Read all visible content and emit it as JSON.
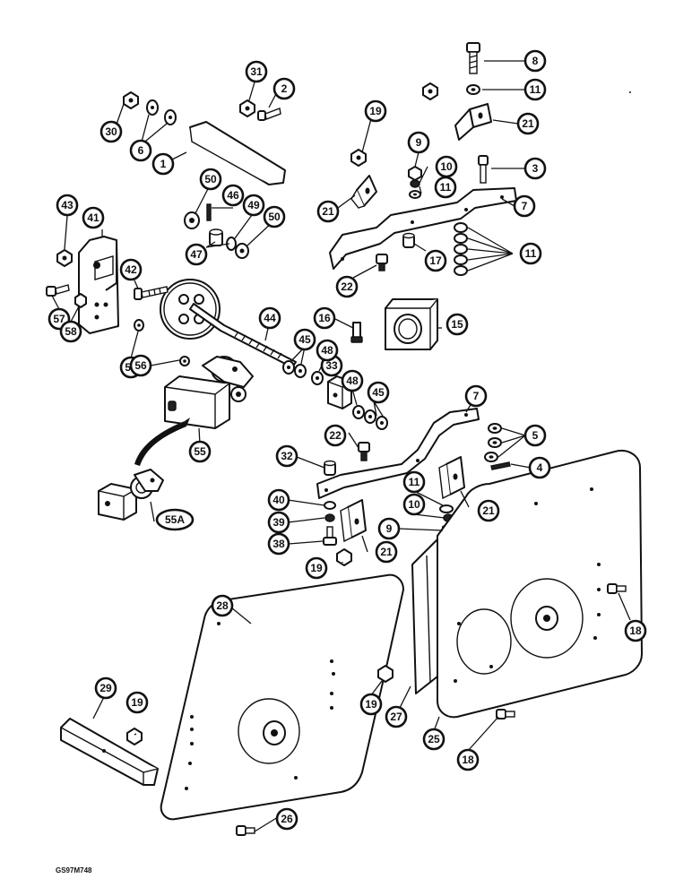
{
  "figure": {
    "reference_code": "GS97M748"
  },
  "callouts": [
    {
      "id": "c1",
      "label": "1"
    },
    {
      "id": "c2",
      "label": "2"
    },
    {
      "id": "c3",
      "label": "3"
    },
    {
      "id": "c4",
      "label": "4"
    },
    {
      "id": "c5",
      "label": "5"
    },
    {
      "id": "c6",
      "label": "6"
    },
    {
      "id": "c7a",
      "label": "7"
    },
    {
      "id": "c7b",
      "label": "7"
    },
    {
      "id": "c8",
      "label": "8"
    },
    {
      "id": "c9a",
      "label": "9"
    },
    {
      "id": "c9b",
      "label": "9"
    },
    {
      "id": "c10a",
      "label": "10"
    },
    {
      "id": "c10b",
      "label": "10"
    },
    {
      "id": "c11a",
      "label": "11"
    },
    {
      "id": "c11b",
      "label": "11"
    },
    {
      "id": "c11c",
      "label": "11"
    },
    {
      "id": "c11d",
      "label": "11"
    },
    {
      "id": "c15",
      "label": "15"
    },
    {
      "id": "c16",
      "label": "16"
    },
    {
      "id": "c17",
      "label": "17"
    },
    {
      "id": "c18a",
      "label": "18"
    },
    {
      "id": "c18b",
      "label": "18"
    },
    {
      "id": "c19a",
      "label": "19"
    },
    {
      "id": "c19b",
      "label": "19"
    },
    {
      "id": "c19c",
      "label": "19"
    },
    {
      "id": "c19d",
      "label": "19"
    },
    {
      "id": "c21a",
      "label": "21"
    },
    {
      "id": "c21b",
      "label": "21"
    },
    {
      "id": "c21c",
      "label": "21"
    },
    {
      "id": "c21d",
      "label": "21"
    },
    {
      "id": "c22a",
      "label": "22"
    },
    {
      "id": "c22b",
      "label": "22"
    },
    {
      "id": "c25",
      "label": "25"
    },
    {
      "id": "c26",
      "label": "26"
    },
    {
      "id": "c27",
      "label": "27"
    },
    {
      "id": "c28",
      "label": "28"
    },
    {
      "id": "c29",
      "label": "29"
    },
    {
      "id": "c30",
      "label": "30"
    },
    {
      "id": "c31",
      "label": "31"
    },
    {
      "id": "c32",
      "label": "32"
    },
    {
      "id": "c33",
      "label": "33"
    },
    {
      "id": "c38",
      "label": "38"
    },
    {
      "id": "c39",
      "label": "39"
    },
    {
      "id": "c40",
      "label": "40"
    },
    {
      "id": "c41",
      "label": "41"
    },
    {
      "id": "c42",
      "label": "42"
    },
    {
      "id": "c43",
      "label": "43"
    },
    {
      "id": "c44",
      "label": "44"
    },
    {
      "id": "c45a",
      "label": "45"
    },
    {
      "id": "c45b",
      "label": "45"
    },
    {
      "id": "c46",
      "label": "46"
    },
    {
      "id": "c47",
      "label": "47"
    },
    {
      "id": "c48a",
      "label": "48"
    },
    {
      "id": "c48b",
      "label": "48"
    },
    {
      "id": "c49",
      "label": "49"
    },
    {
      "id": "c50a",
      "label": "50"
    },
    {
      "id": "c50b",
      "label": "50"
    },
    {
      "id": "c54",
      "label": "54"
    },
    {
      "id": "c55",
      "label": "55"
    },
    {
      "id": "c55a",
      "label": "55A"
    },
    {
      "id": "c56",
      "label": "56"
    },
    {
      "id": "c57",
      "label": "57"
    },
    {
      "id": "c58",
      "label": "58"
    }
  ]
}
